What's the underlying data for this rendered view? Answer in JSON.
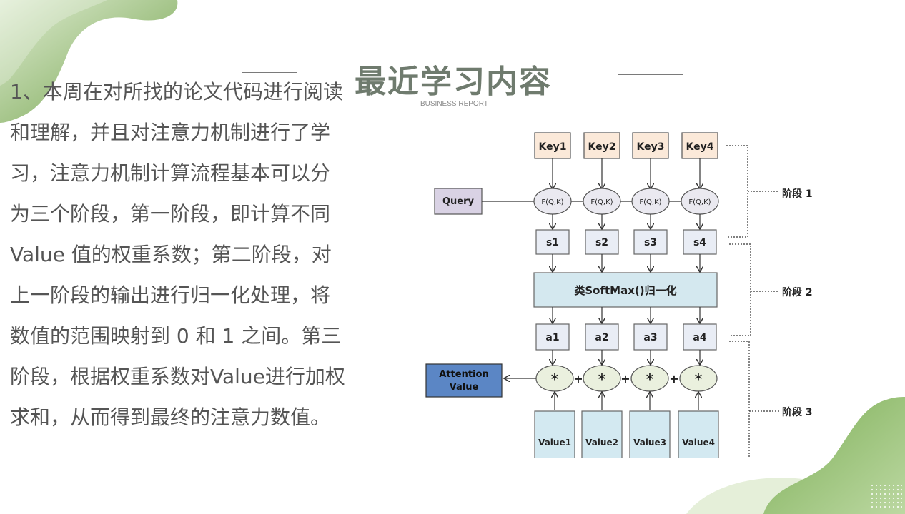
{
  "slide": {
    "title": "最近学习内容",
    "subtitle": "BUSINESS REPORT",
    "body": "1、本周在对所找的论文代码进行阅读和理解，并且对注意力机制进行了学习，注意力机制计算流程基本可以分为三个阶段，第一阶段，即计算不同 Value 值的权重系数；第二阶段，对上一阶段的输出进行归一化处理，将数值的范围映射到 0 和 1 之间。第三阶段，根据权重系数对Value进行加权求和，从而得到最终的注意力数值。",
    "colors": {
      "accent_green": "#7aab55",
      "title_gray": "#6f7b6e"
    }
  },
  "diagram": {
    "keys": [
      "Key1",
      "Key2",
      "Key3",
      "Key4"
    ],
    "query": "Query",
    "func_label": "F(Q,K)",
    "scores": [
      "s1",
      "s2",
      "s3",
      "s4"
    ],
    "softmax": "类SoftMax()归一化",
    "weights": [
      "a1",
      "a2",
      "a3",
      "a4"
    ],
    "multiply": "*",
    "plus": "+",
    "attention_value": [
      "Attention",
      "Value"
    ],
    "values": [
      "Value1",
      "Value2",
      "Value3",
      "Value4"
    ],
    "stages": [
      "阶段 1",
      "阶段 2",
      "阶段 3"
    ],
    "colors": {
      "key_fill": "#fbe9d9",
      "query_fill": "#d9d2e4",
      "func_fill": "#eae9f0",
      "score_fill": "#e9edf5",
      "softmax_fill": "#d4e8ef",
      "mult_fill": "#eaf0de",
      "value_fill": "#d3e9f1",
      "attention_fill": "#5b86c5"
    }
  }
}
